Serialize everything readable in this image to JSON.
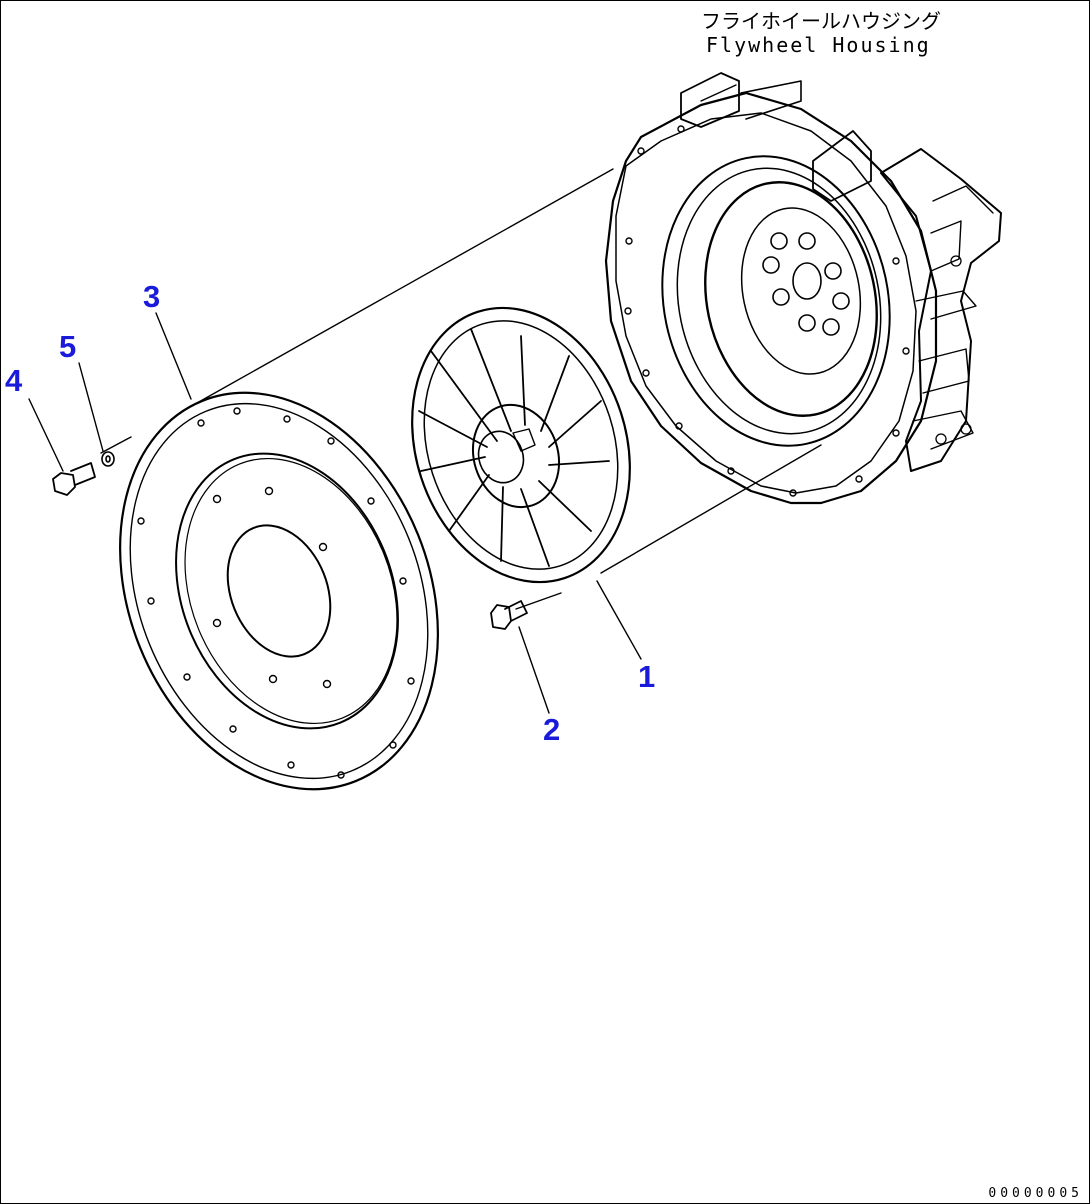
{
  "caption": {
    "japanese": "フライホイールハウジング",
    "english": "Flywheel Housing"
  },
  "callouts": [
    {
      "id": "1",
      "label": "1"
    },
    {
      "id": "2",
      "label": "2"
    },
    {
      "id": "3",
      "label": "3"
    },
    {
      "id": "4",
      "label": "4"
    },
    {
      "id": "5",
      "label": "5"
    }
  ],
  "drawing_number": "00000005",
  "colors": {
    "callout": "#1a1adb",
    "line": "#000000",
    "background": "#ffffff"
  }
}
